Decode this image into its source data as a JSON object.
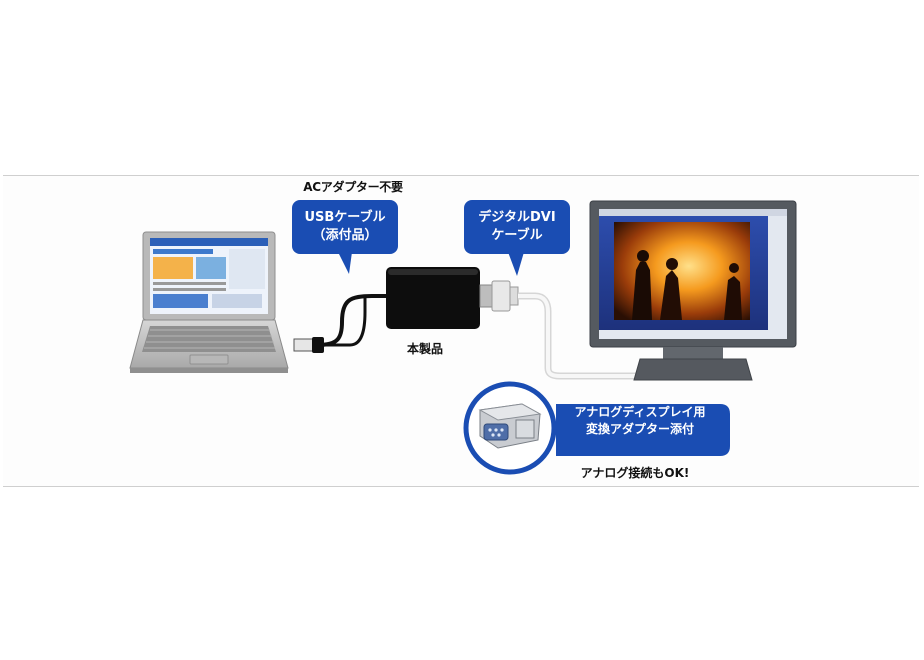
{
  "labels": {
    "ac_adapter_note": "ACアダプター不要",
    "usb_cable_line1": "USBケーブル",
    "usb_cable_line2": "（添付品）",
    "dvi_cable_line1": "デジタルDVI",
    "dvi_cable_line2": "ケーブル",
    "product": "本製品",
    "vga_adapter_line1": "アナログディスプレイ用",
    "vga_adapter_line2": "変換アダプター添付",
    "analog_ok": "アナログ接続もOK!"
  },
  "colors": {
    "bubble_blue": "#1a4db3",
    "product_box": "#0d0d0d",
    "laptop_body": "#c9c9c9",
    "monitor_frame": "#555a60",
    "cable_black": "#111111",
    "cable_white": "#f2f2f2"
  },
  "icons": [
    "laptop-icon",
    "display-adapter-device",
    "monitor-icon",
    "vga-adapter-icon"
  ]
}
